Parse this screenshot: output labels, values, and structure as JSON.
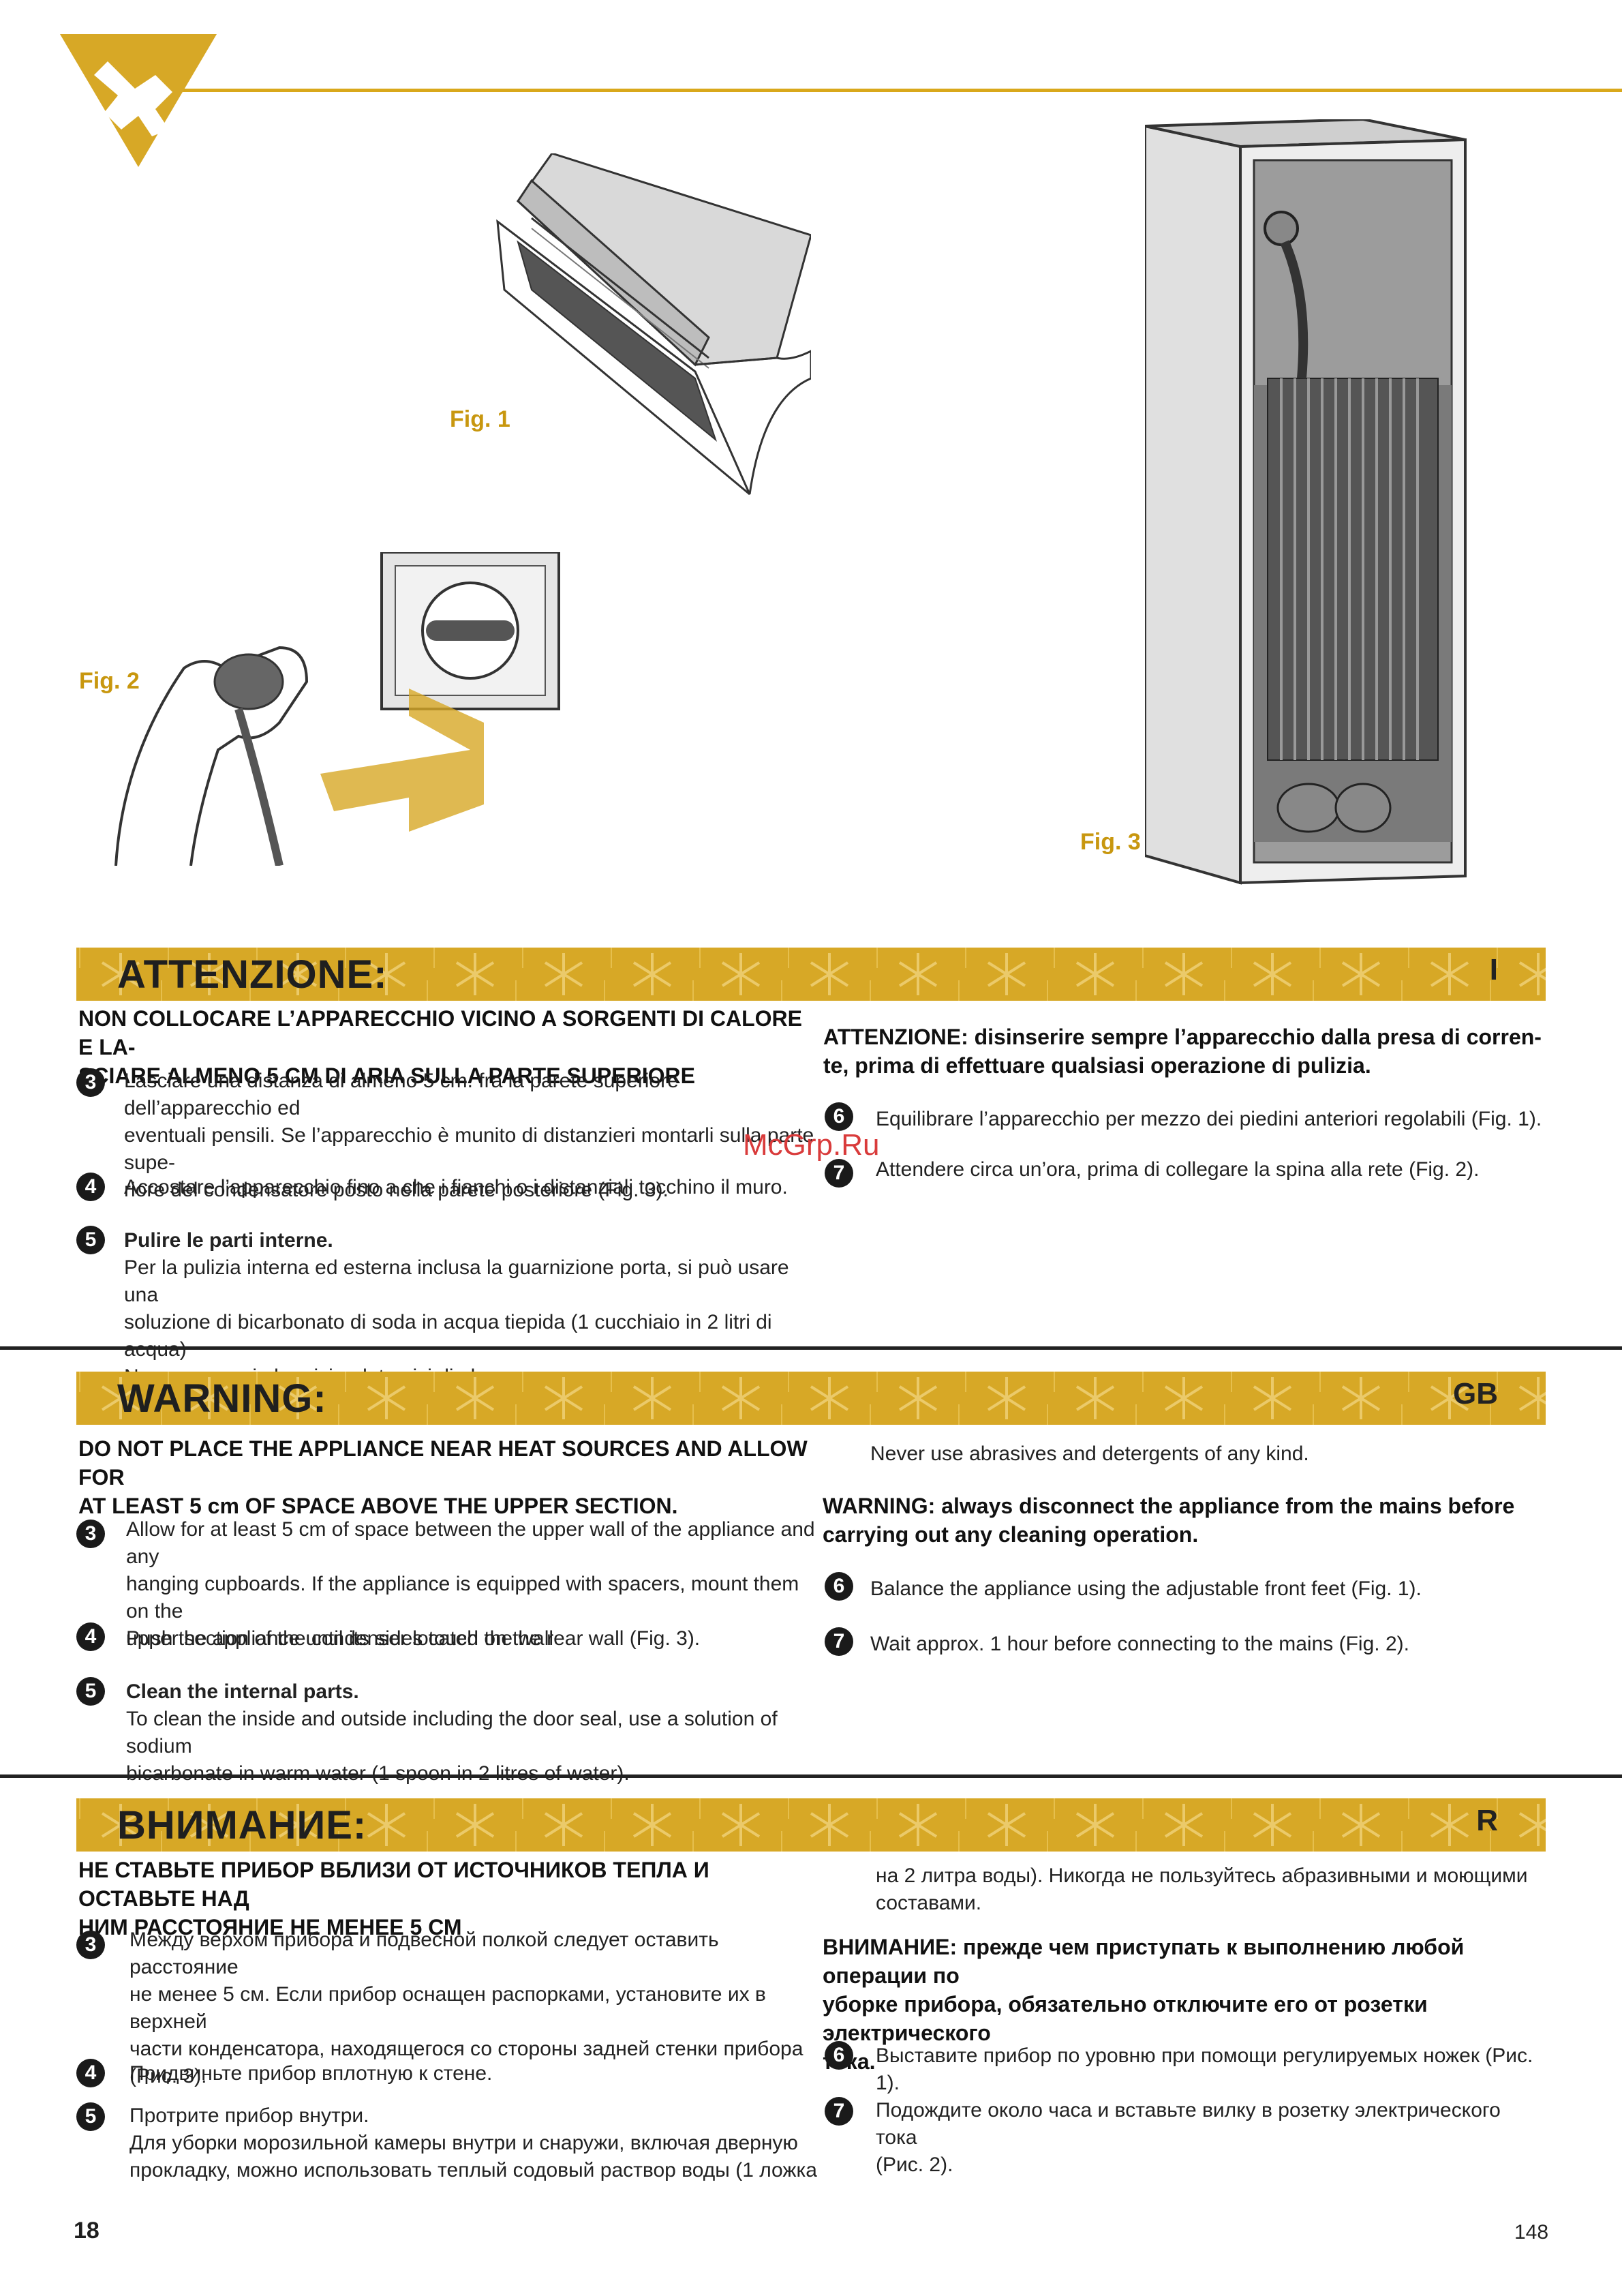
{
  "figures": {
    "fig1": "Fig. 1",
    "fig2": "Fig. 2",
    "fig3": "Fig. 3"
  },
  "watermark": "McGrp.Ru",
  "sections": {
    "it": {
      "banner_title": "ATTENZIONE:",
      "lang_code": "I",
      "heading": [
        "NON COLLOCARE L’APPARECCHIO VICINO A SORGENTI DI CALORE E LA-",
        "SCIARE ALMENO 5 CM DI ARIA SULLA PARTE SUPERIORE"
      ],
      "step3": [
        "Lasciare una distanza di almeno 5 cm. fra la parete superiore dell’apparecchio ed",
        "eventuali pensili. Se l’apparecchio è munito di distanzieri montarli sulla parte supe-",
        "riore del condensatore posto nella parete posteriore (Fig. 3)."
      ],
      "step4": "Accostare l’apparecchio fino a che i fianchi o i distanziali tocchino il muro.",
      "step5_title": "Pulire le parti interne.",
      "step5": [
        "Per la pulizia  interna ed esterna inclusa la guarnizione porta, si può usare una",
        "soluzione di bicarbonato di soda in acqua tiepida (1 cucchiaio in 2 litri di acqua)",
        "Non usare mai abrasivi e detersivi di alcun genere."
      ],
      "right_warning": [
        "ATTENZIONE:  disinserire sempre l’apparecchio dalla presa di corren-",
        "te, prima di effettuare qualsiasi operazione di pulizia."
      ],
      "step6": "Equilibrare l’apparecchio per mezzo dei piedini anteriori regolabili (Fig. 1).",
      "step7": "Attendere circa un’ora, prima di collegare la spina alla rete (Fig. 2)."
    },
    "gb": {
      "banner_title": "WARNING:",
      "lang_code": "GB",
      "heading": [
        "DO NOT PLACE THE APPLIANCE NEAR HEAT SOURCES AND ALLOW FOR",
        "AT LEAST 5 cm OF SPACE ABOVE THE UPPER SECTION."
      ],
      "step3": [
        "Allow for at least 5 cm of space between the upper wall of the appliance and any",
        "hanging cupboards. If the appliance is equipped with spacers, mount them on the",
        "upper section of the condenser located on the rear wall (Fig. 3)."
      ],
      "step4": "Push the appliance until its sides touch the wall",
      "step5_title": "Clean the internal parts.",
      "step5": [
        "To clean the inside and outside including the door seal, use a solution of sodium",
        "bicarbonate in warm water (1 spoon in 2 litres of water)."
      ],
      "right_top": "Never use abrasives and detergents of any kind.",
      "right_warning": [
        "WARNING: always disconnect the appliance from the mains before",
        "carrying out any cleaning operation."
      ],
      "step6": "Balance the appliance using the adjustable front feet (Fig. 1).",
      "step7": "Wait approx. 1 hour before connecting to the mains (Fig. 2)."
    },
    "ru": {
      "banner_title": "ВНИМАНИЕ:",
      "lang_code": "R",
      "heading": [
        "НЕ СТАВЬТЕ ПРИБОР ВБЛИЗИ ОТ ИСТОЧНИКОВ ТЕПЛА И ОСТАВЬТЕ НАД",
        "НИМ РАССТОЯНИЕ НЕ МЕНЕЕ 5 СМ"
      ],
      "step3": [
        "Между верхом прибора и подвесной полкой следует оставить расстояние",
        "не менее 5 см. Если прибор оснащен распорками, установите их в верхней",
        "части конденсатора, находящегося со стороны задней стенки прибора",
        "(Рис. 3)."
      ],
      "step4": "Придвиньте прибор вплотную к стене.",
      "step5_title": "Протрите прибор внутри.",
      "step5": [
        "Для уборки морозильной камеры внутри и снаружи, включая дверную",
        "прокладку, можно использовать теплый содовый раствор воды (1 ложка"
      ],
      "right_top": [
        "на 2 литра воды). Никогда не пользуйтесь абразивными и моющими",
        "составами."
      ],
      "right_warning": [
        "ВНИМАНИЕ: прежде чем приступать к выполнению любой операции по",
        "уборке прибора, обязательно отключите его от розетки электрического",
        "тока."
      ],
      "step6": "Выставите прибор по уровню при помощи регулируемых ножек  (Рис. 1).",
      "step7": [
        "Подождите около часа и вставьте вилку в розетку электрического тока",
        "(Рис. 2)."
      ]
    }
  },
  "numbers": {
    "n3": "3",
    "n4": "4",
    "n5": "5",
    "n6": "6",
    "n7": "7"
  },
  "footer": {
    "page": "18",
    "code": "148"
  }
}
